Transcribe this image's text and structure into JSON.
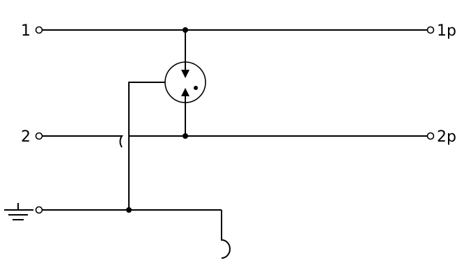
{
  "terminals": {
    "in_1": "1",
    "in_2": "2",
    "out_1": "1p",
    "out_2": "2p"
  },
  "colors": {
    "line": "#000000",
    "background": "#ffffff"
  },
  "icons": {
    "ground": "ground-icon",
    "spark_gap": "gas-discharge-tube-icon"
  }
}
